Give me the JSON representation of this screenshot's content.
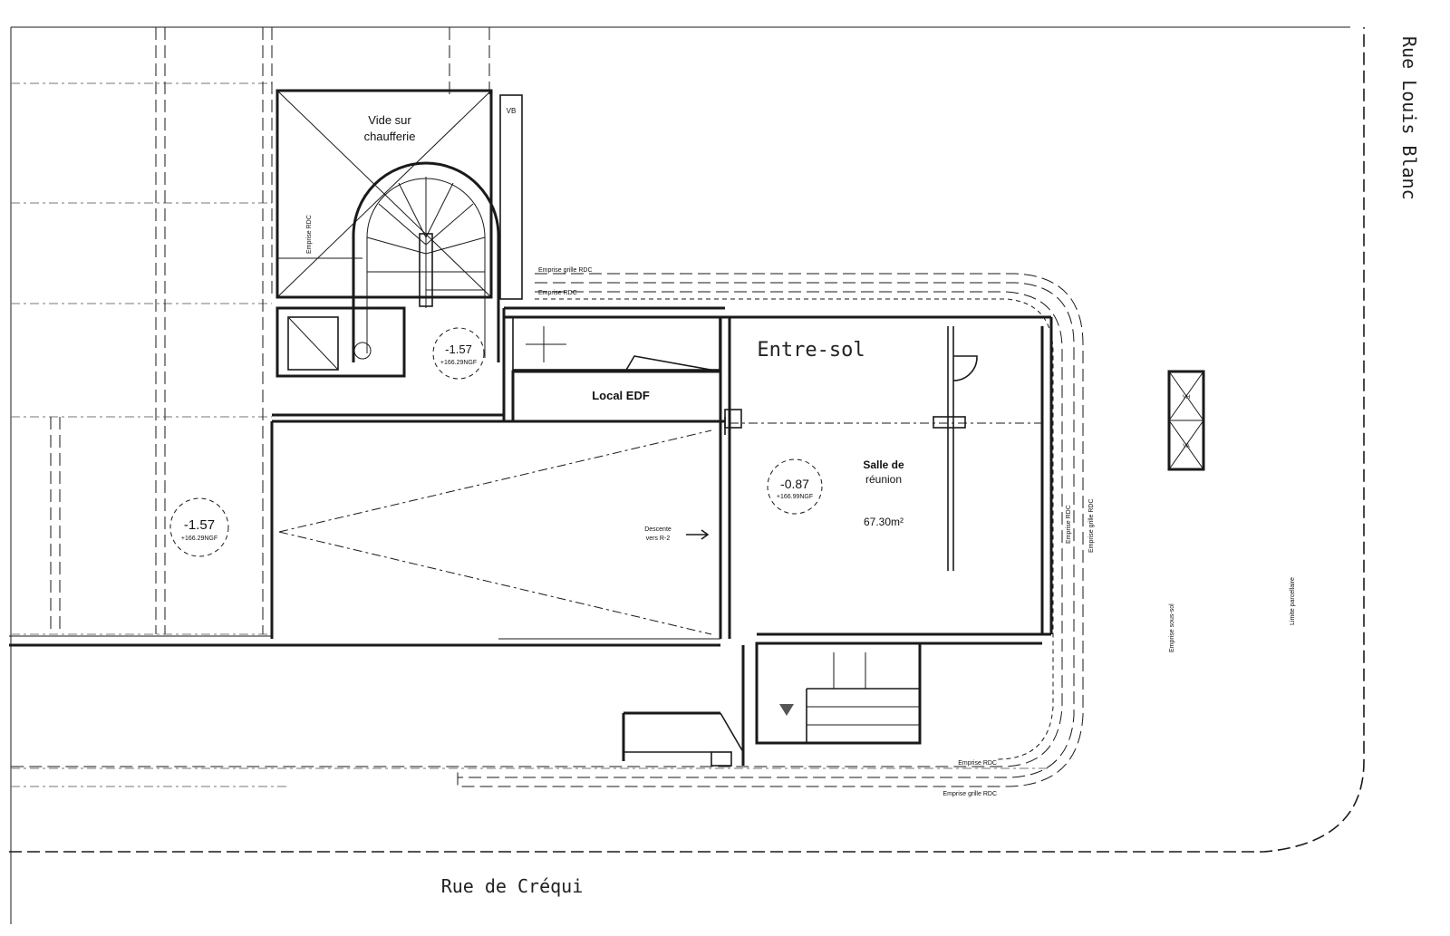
{
  "labels": {
    "vide_line1": "Vide sur",
    "vide_line2": "chaufferie",
    "local_edf": "Local EDF",
    "entre_sol": "Entre-sol",
    "salle_line1": "Salle de",
    "salle_line2": "réunion",
    "salle_area": "67.30m²",
    "descente_line1": "Descente",
    "descente_line2": "vers R-2",
    "emprise_grille_rdc": "Emprise grille RDC",
    "emprise_rdc": "Emprise RDC",
    "emprise_sous_sol": "Emprise sous-sol",
    "limite_parcellaire": "Limite parcellaire",
    "vh": "VH",
    "vb": "VB",
    "va": "VA"
  },
  "levels": [
    {
      "value": "-1.57",
      "ngf": "+166.29NGF"
    },
    {
      "value": "-1.57",
      "ngf": "+166.29NGF"
    },
    {
      "value": "-0.87",
      "ngf": "+166.99NGF"
    }
  ],
  "streets": {
    "rue_de_crequi": "Rue de Créqui",
    "rue_louis_blanc": "Rue Louis Blanc"
  }
}
